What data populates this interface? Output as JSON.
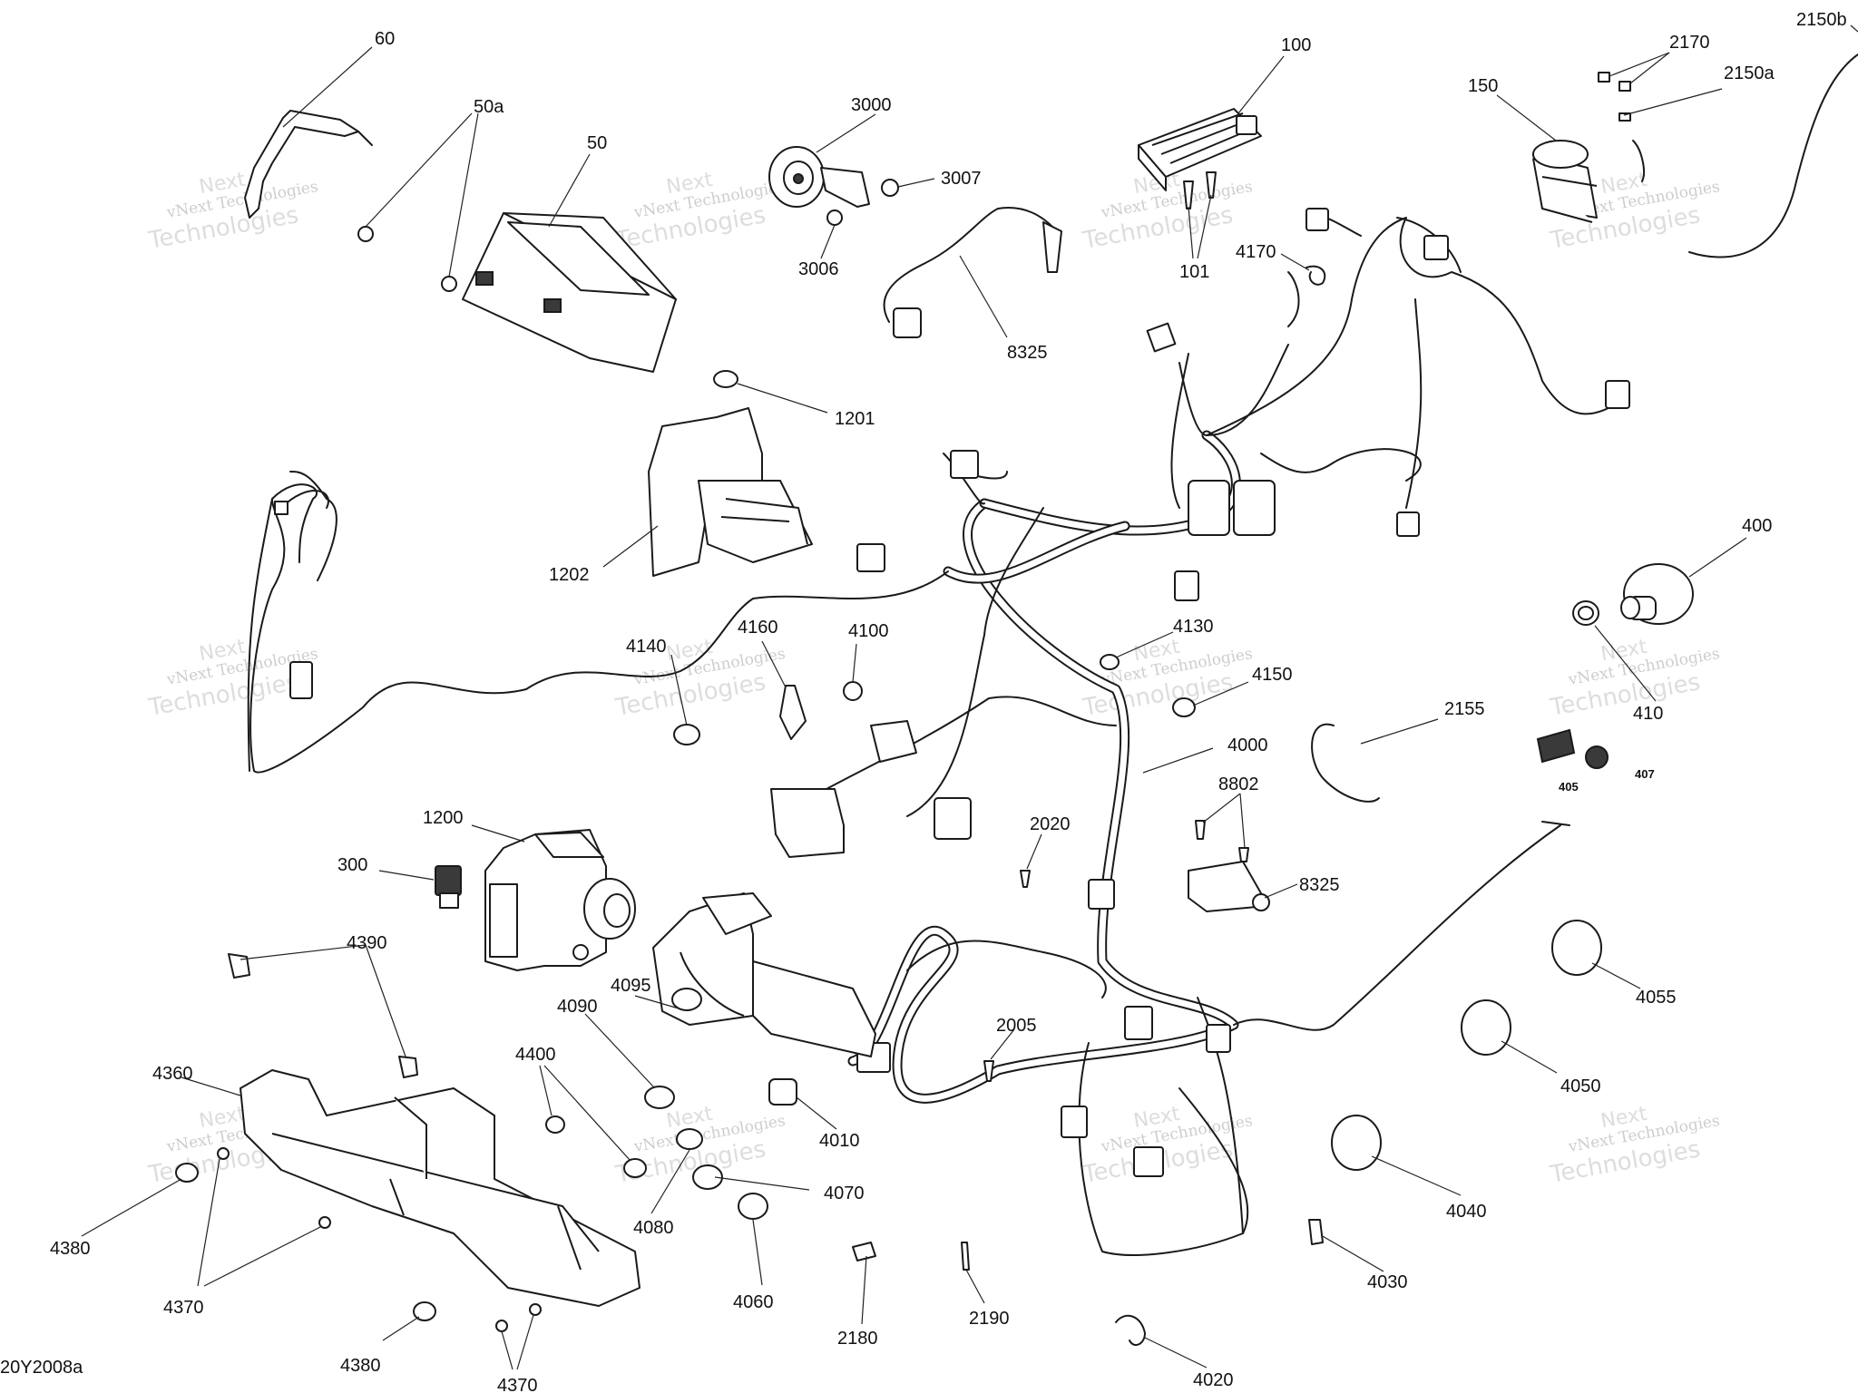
{
  "figure_code": "20Y2008a",
  "watermark": {
    "line1": "vNext Technologies",
    "line2": "Technologies",
    "overlay": "Next"
  },
  "callouts": [
    {
      "id": "60",
      "text": "60"
    },
    {
      "id": "50a",
      "text": "50a"
    },
    {
      "id": "50",
      "text": "50"
    },
    {
      "id": "3000",
      "text": "3000"
    },
    {
      "id": "3007",
      "text": "3007"
    },
    {
      "id": "3006",
      "text": "3006"
    },
    {
      "id": "100",
      "text": "100"
    },
    {
      "id": "101",
      "text": "101"
    },
    {
      "id": "4170",
      "text": "4170"
    },
    {
      "id": "150",
      "text": "150"
    },
    {
      "id": "2170",
      "text": "2170"
    },
    {
      "id": "2150a",
      "text": "2150a"
    },
    {
      "id": "2150b",
      "text": "2150b"
    },
    {
      "id": "8325a",
      "text": "8325"
    },
    {
      "id": "1201",
      "text": "1201"
    },
    {
      "id": "1202",
      "text": "1202"
    },
    {
      "id": "400",
      "text": "400"
    },
    {
      "id": "410",
      "text": "410"
    },
    {
      "id": "405",
      "text": "405"
    },
    {
      "id": "407",
      "text": "407"
    },
    {
      "id": "2155",
      "text": "2155"
    },
    {
      "id": "4140",
      "text": "4140"
    },
    {
      "id": "4160",
      "text": "4160"
    },
    {
      "id": "4100",
      "text": "4100"
    },
    {
      "id": "4130",
      "text": "4130"
    },
    {
      "id": "4150",
      "text": "4150"
    },
    {
      "id": "4000",
      "text": "4000"
    },
    {
      "id": "8802",
      "text": "8802"
    },
    {
      "id": "8325b",
      "text": "8325"
    },
    {
      "id": "2020",
      "text": "2020"
    },
    {
      "id": "1200",
      "text": "1200"
    },
    {
      "id": "300",
      "text": "300"
    },
    {
      "id": "4390",
      "text": "4390"
    },
    {
      "id": "4095",
      "text": "4095"
    },
    {
      "id": "4090",
      "text": "4090"
    },
    {
      "id": "4400",
      "text": "4400"
    },
    {
      "id": "4360",
      "text": "4360"
    },
    {
      "id": "4380a",
      "text": "4380"
    },
    {
      "id": "4370a",
      "text": "4370"
    },
    {
      "id": "4380b",
      "text": "4380"
    },
    {
      "id": "4370b",
      "text": "4370"
    },
    {
      "id": "4080",
      "text": "4080"
    },
    {
      "id": "4070",
      "text": "4070"
    },
    {
      "id": "4010",
      "text": "4010"
    },
    {
      "id": "4060",
      "text": "4060"
    },
    {
      "id": "2005",
      "text": "2005"
    },
    {
      "id": "2180",
      "text": "2180"
    },
    {
      "id": "2190",
      "text": "2190"
    },
    {
      "id": "4055",
      "text": "4055"
    },
    {
      "id": "4050",
      "text": "4050"
    },
    {
      "id": "4040",
      "text": "4040"
    },
    {
      "id": "4030",
      "text": "4030"
    },
    {
      "id": "4020",
      "text": "4020"
    }
  ]
}
